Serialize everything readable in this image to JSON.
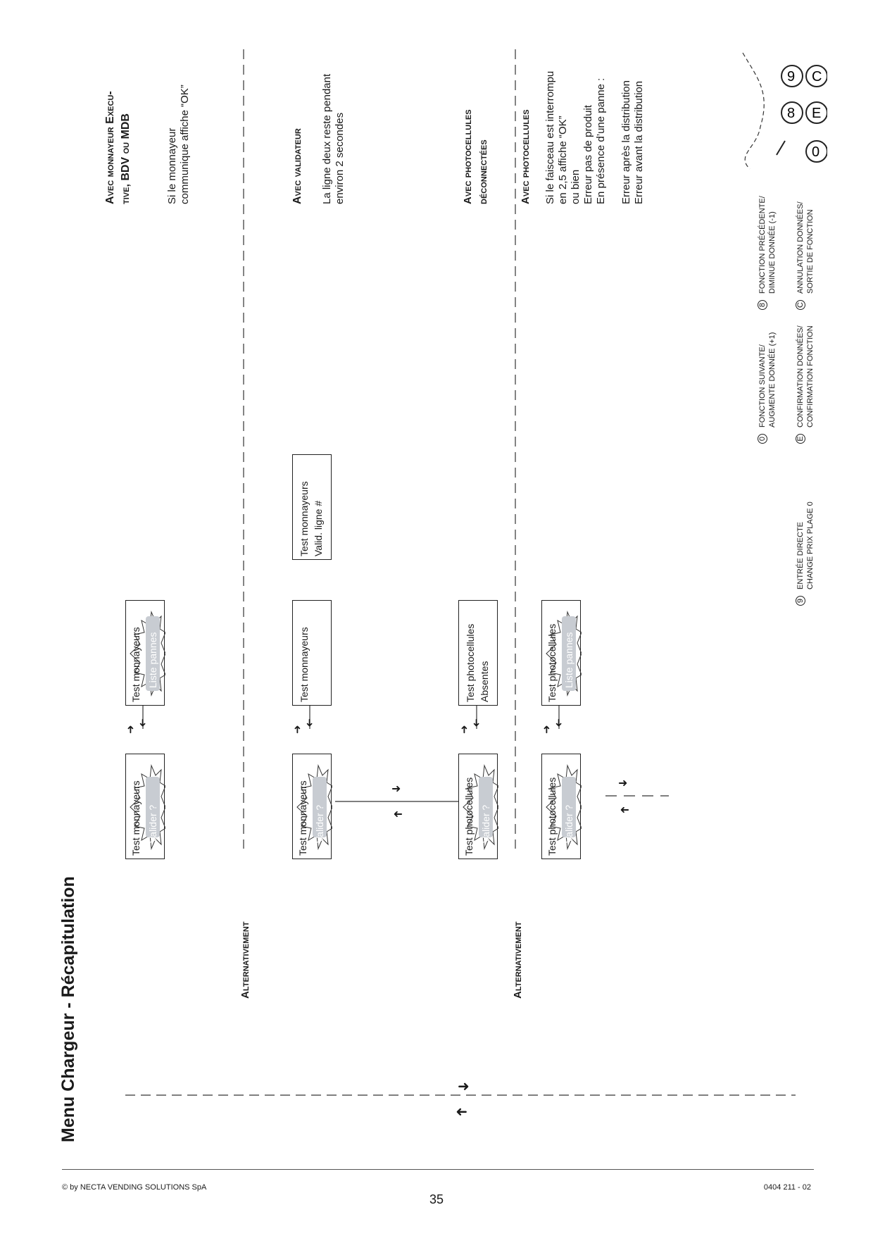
{
  "page": {
    "title": "Menu Chargeur - Récapitulation",
    "page_number": "35",
    "copyright": "© by NECTA VENDING SOLUTIONS SpA",
    "doc_code": "0404 211 - 02"
  },
  "labels": {
    "alternativement": "Alternativement",
    "alternativement_2": "Alternativement"
  },
  "displays": {
    "d1_line1": "Test monnayeurs",
    "d1_line2": "Valider ?",
    "d2_line1": "Test monnayeurs",
    "d2_line2": "Liste pannes",
    "d3_line1": "Test monnayeurs",
    "d3_line2": "Valider ?",
    "d4_line1": "Test monnayeurs",
    "d5_line1": "Test monnayeurs",
    "d5_line2": "Valid. ligne #",
    "d6_line1": "Test photocellules",
    "d6_line2": "Valider ?",
    "d7_line1": "Test photocellules",
    "d7_line2": "Absentes",
    "d8_line1": "Test photocellules",
    "d8_line2": "Valider ?",
    "d9_line1": "Test photocellules",
    "d9_line2": "Liste pannes"
  },
  "notes": {
    "monnayeur_heading_1": "Avec monnayeur Execu-",
    "monnayeur_heading_2": "tive, BDV ou MDB",
    "monnayeur_text_1": "Si le monnayeur",
    "monnayeur_text_2": "communique affiche “OK”",
    "validateur_heading": "Avec validateur",
    "validateur_text_1": "La ligne deux reste pendant",
    "validateur_text_2": "environ 2 secondes",
    "photo_off_heading_1": "Avec photocellules",
    "photo_off_heading_2": "déconnectées",
    "photo_heading": "Avec photocellules",
    "photo_text_1": "Si le faisceau est interrompu",
    "photo_text_2": "en 2,5 affiche “OK”",
    "photo_text_3": "ou bien",
    "photo_text_4": "Erreur pas de produit",
    "photo_text_5": "En présence d’une panne :",
    "photo_text_6": "Erreur après la distribution",
    "photo_text_7": "Erreur avant la distribution"
  },
  "legend": {
    "key_0_line1": "Fonction suivante/",
    "key_0_line2": "augmente donnée (+1)",
    "key_8_line1": "Fonction précédente/",
    "key_8_line2": "diminue donnée (-1)",
    "key_9_line1": "Entrée directe",
    "key_9_line2": "change prix plage 0",
    "key_e_line1": "Confirmation données/",
    "key_e_line2": "confirmation fonction",
    "key_c_line1": "Annulation données/",
    "key_c_line2": "sortie de fonction",
    "key_0_glyph": "0",
    "key_8_glyph": "8",
    "key_9_glyph": "9",
    "key_e_glyph": "E",
    "key_c_glyph": "C"
  },
  "icons": {
    "burst": "starburst-icon",
    "arrow": "arrow-icon",
    "keypad": "keypad-icon"
  }
}
